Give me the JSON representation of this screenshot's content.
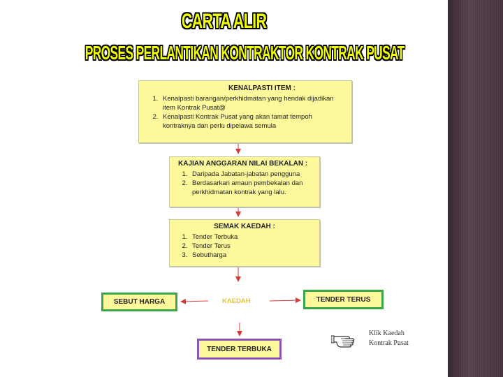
{
  "title": {
    "line1": "CARTA ALIR",
    "line2": "PROSES PERLANTIKAN KONTRAKTOR KONTRAK PUSAT"
  },
  "box1": {
    "heading": "KENALPASTI ITEM :",
    "items": [
      "Kenalpasti barangan/perkhidmatan yang hendak dijadikan item Kontrak Pusat@",
      "Kenalpasti Kontrak Pusat yang akan tamat tempoh kontraknya dan perlu dipelawa semula"
    ]
  },
  "box2": {
    "heading": "KAJIAN ANGGARAN NILAI BEKALAN :",
    "items": [
      "Daripada Jabatan-jabatan pengguna",
      "Berdasarkan amaun pembekalan dan perkhidmatan kontrak yang lalu."
    ]
  },
  "box3": {
    "heading": "SEMAK KAEDAH :",
    "items": [
      "Tender Terbuka",
      "Tender Terus",
      "Sebutharga"
    ]
  },
  "center_label": "KAEDAH",
  "options": {
    "sebut_harga": "SEBUT HARGA",
    "tender_terus": "TENDER TERUS",
    "tender_terbuka": "TENDER TERBUKA"
  },
  "hint": {
    "line1": "Klik Kaedah",
    "line2": "Kontrak Pusat",
    "icon": "pointing-hand-icon"
  },
  "colors": {
    "title_fill": "#f2ff00",
    "box_fill": "#fdf89b",
    "arrow": "#d83a3a",
    "green_border": "#3aa64a",
    "purple_border": "#8c55b2",
    "kaedah_text": "#e8c436"
  }
}
